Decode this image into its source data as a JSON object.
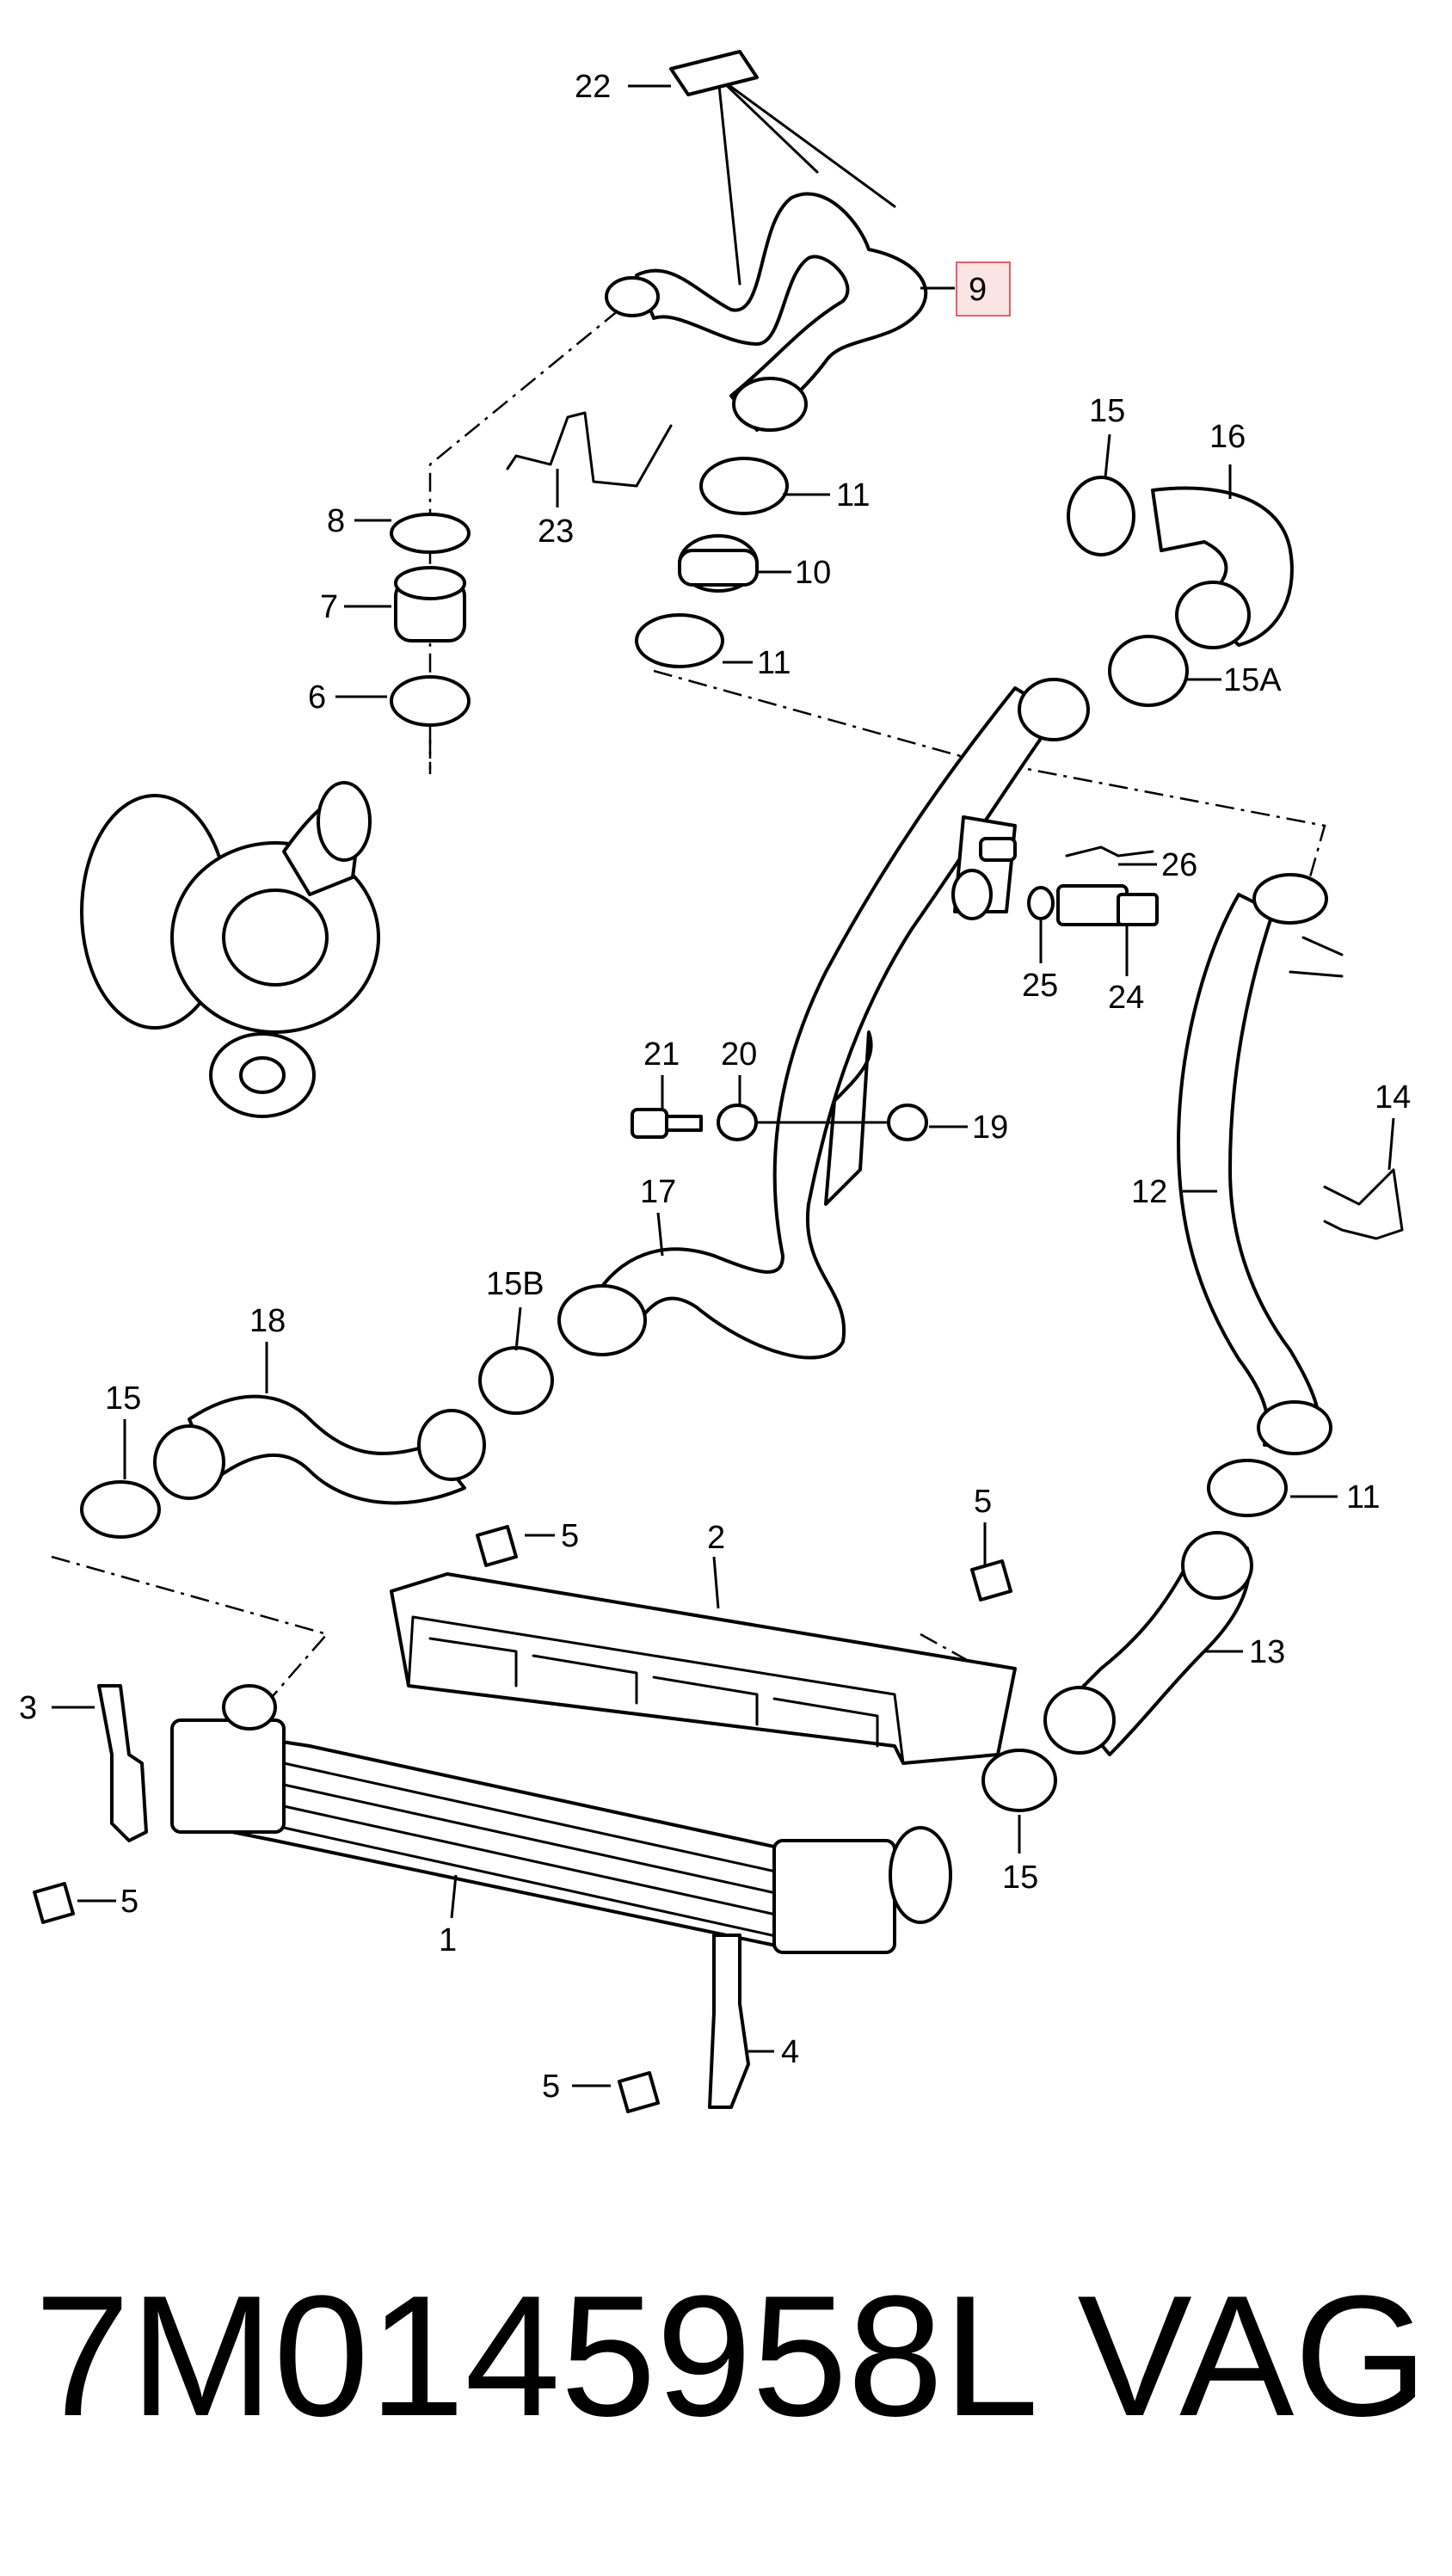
{
  "callouts": {
    "c22": "22",
    "c9": "9",
    "c11a": "11",
    "c10": "10",
    "c11b": "11",
    "c8": "8",
    "c7": "7",
    "c6": "6",
    "c23": "23",
    "c15a": "15",
    "c16": "16",
    "c15A": "15A",
    "c26": "26",
    "c25": "25",
    "c24": "24",
    "c21": "21",
    "c20": "20",
    "c19": "19",
    "c14": "14",
    "c17": "17",
    "c15B": "15B",
    "c18": "18",
    "c15b": "15",
    "c12": "12",
    "c11c": "11",
    "c5a": "5",
    "c2": "2",
    "c5b": "5",
    "c3": "3",
    "c13": "13",
    "c15c": "15",
    "c5c": "5",
    "c1": "1",
    "c4": "4",
    "c5d": "5"
  },
  "highlight_color": "#e0606a",
  "caption": {
    "part_number": "7M0145958L",
    "brand": "VAG"
  }
}
